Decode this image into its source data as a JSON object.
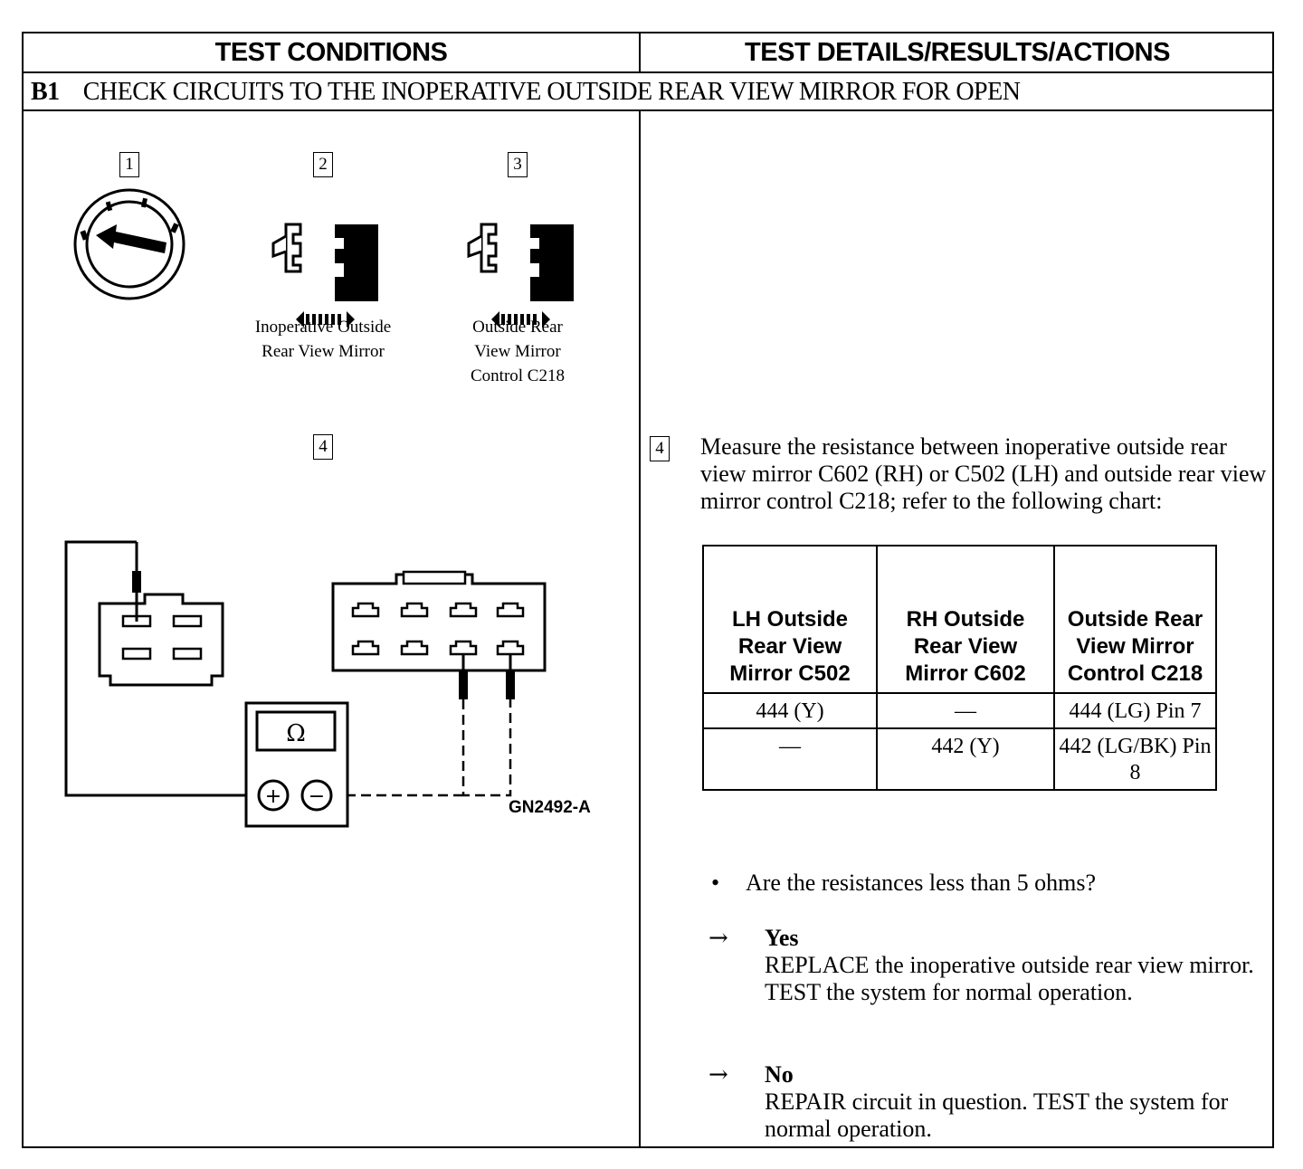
{
  "header": {
    "left": "TEST CONDITIONS",
    "right": "TEST DETAILS/RESULTS/ACTIONS"
  },
  "test": {
    "id": "B1",
    "title": "CHECK CIRCUITS TO THE INOPERATIVE OUTSIDE REAR VIEW MIRROR FOR OPEN"
  },
  "figure": {
    "steps": [
      "1",
      "2",
      "3",
      "4"
    ],
    "caption_2": [
      "Inoperative Outside",
      "Rear View Mirror"
    ],
    "caption_3": [
      "Outside Rear",
      "View Mirror",
      "Control C218"
    ],
    "meter_symbol": "Ω",
    "meter_plus": "+",
    "meter_minus": "−",
    "figure_code": "GN2492-A",
    "icons": [
      "ignition-switch-icon",
      "connector-icon",
      "ohmmeter-icon"
    ]
  },
  "details": {
    "step": "4",
    "instruction": "Measure the resistance between inoperative outside rear view mirror C602 (RH) or C502 (LH) and outside rear view mirror control C218; refer to the following chart:",
    "table": {
      "headers": [
        "LH Outside Rear View Mirror C502",
        "RH Outside Rear View Mirror C602",
        "Outside Rear View Mirror Control C218"
      ],
      "rows": [
        [
          "444 (Y)",
          "—",
          "444 (LG) Pin 7"
        ],
        [
          "—",
          "442 (Y)",
          "442 (LG/BK) Pin 8"
        ]
      ]
    },
    "question": "Are the resistances less than 5 ohms?",
    "bullet": "•",
    "arrow": "→",
    "yes_label": "Yes",
    "yes_action": "REPLACE the inoperative outside rear view mirror. TEST the system for normal operation.",
    "no_label": "No",
    "no_action": "REPAIR circuit in question. TEST the system for normal operation."
  }
}
